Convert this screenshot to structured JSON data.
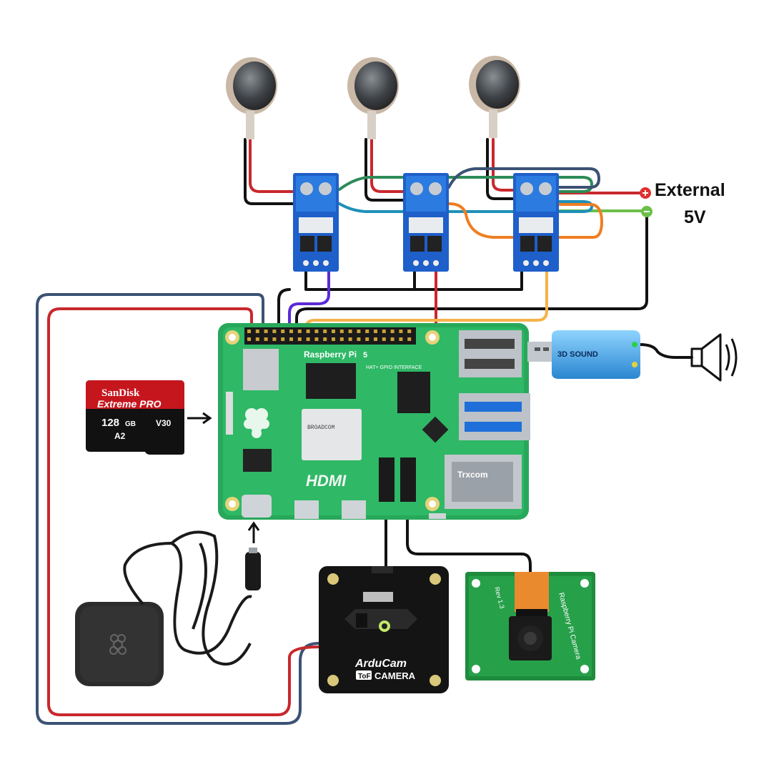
{
  "external_power": {
    "line1": "External",
    "line2": "5V"
  },
  "raspberry_pi": {
    "board_name": "Raspberry Pi",
    "model_number": "5",
    "gpio_label": "HAT+ GPIO INTERFACE",
    "hdmi_logo": "HDMI",
    "soc_text": "BROADCOM",
    "ethernet_brand": "Trxcom"
  },
  "sd_card": {
    "brand": "SanDisk",
    "product": "Extreme PRO",
    "capacity": "128",
    "capacity_unit": "GB",
    "speed_class": "V30",
    "app_class": "A2"
  },
  "usb_sound": {
    "label": "3D SOUND"
  },
  "tof_camera": {
    "brand": "ArduCam",
    "badge": "ToF",
    "product": "CAMERA"
  },
  "pi_camera": {
    "silk": "Raspberry Pi Camera",
    "revision": "Rev 1.3"
  },
  "wire_colors": {
    "red": "#c8282d",
    "black": "#111111",
    "green": "#2e8b57",
    "teal": "#1e90b8",
    "navy": "#3b5274",
    "orange": "#ef7e22",
    "yellow": "#f5b24a",
    "purple": "#5b2ad6",
    "lightgreen": "#6cbf4a"
  }
}
